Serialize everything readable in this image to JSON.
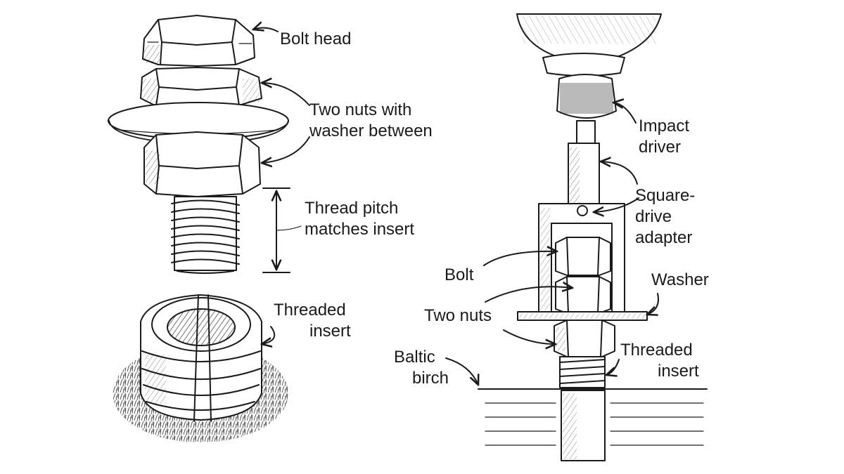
{
  "left_figure": {
    "labels": {
      "bolt_head": "Bolt head",
      "two_nuts_washer_line1": "Two nuts with",
      "two_nuts_washer_line2": "washer between",
      "thread_pitch_line1": "Thread pitch",
      "thread_pitch_line2": "matches insert",
      "threaded_insert_line1": "Threaded",
      "threaded_insert_line2": "insert"
    }
  },
  "right_figure": {
    "labels": {
      "impact_driver_line1": "Impact",
      "impact_driver_line2": "driver",
      "square_drive_line1": "Square-",
      "square_drive_line2": "drive",
      "square_drive_line3": "adapter",
      "bolt": "Bolt",
      "washer": "Washer",
      "two_nuts": "Two nuts",
      "baltic_birch_line1": "Baltic",
      "baltic_birch_line2": "birch",
      "threaded_insert_line1": "Threaded",
      "threaded_insert_line2": "insert"
    }
  }
}
